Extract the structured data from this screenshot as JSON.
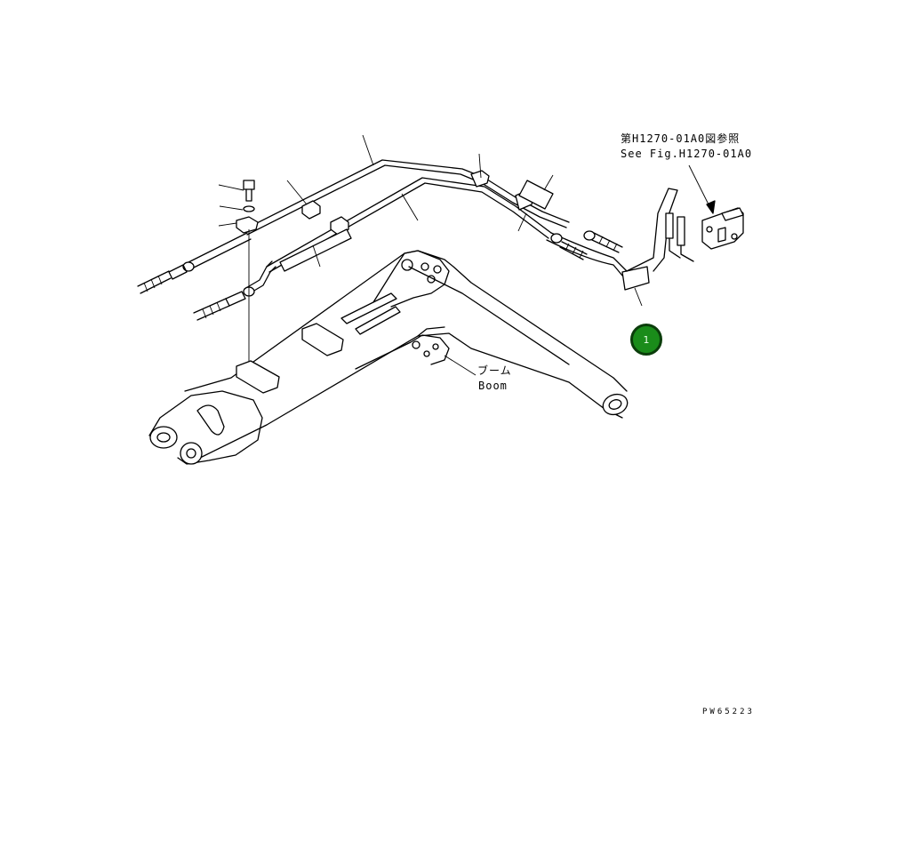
{
  "reference": {
    "line1": "第H1270-01A0図参照",
    "line2": "See Fig.H1270-01A0"
  },
  "boom_label": {
    "jp": "ブーム",
    "en": "Boom"
  },
  "callouts": [
    {
      "number": "1",
      "color": "#1a8c1a"
    }
  ],
  "drawing_number": "PW65223"
}
